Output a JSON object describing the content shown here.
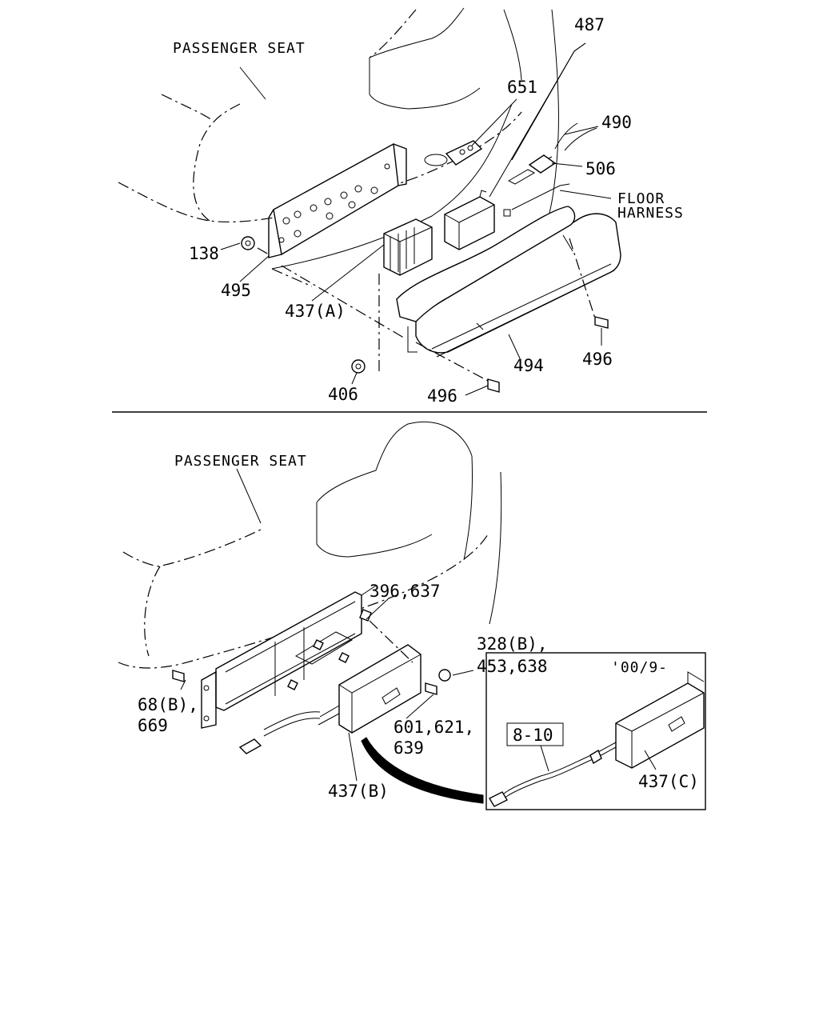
{
  "top": {
    "seat_label": "PASSENGER SEAT",
    "parts": {
      "p487": "487",
      "p651": "651",
      "p490": "490",
      "p506": "506",
      "floor_harness_1": "FLOOR",
      "floor_harness_2": "HARNESS",
      "p138": "138",
      "p495": "495",
      "p437a": "437(A)",
      "p496a": "496",
      "p494": "494",
      "p406": "406",
      "p496b": "496"
    }
  },
  "bottom": {
    "seat_label": "PASSENGER SEAT",
    "parts": {
      "p396": "396,637",
      "p328_1": "328(B),",
      "p328_2": "453,638",
      "p68_1": "68(B),",
      "p68_2": "669",
      "p601_1": "601,621,",
      "p601_2": "639",
      "p437b": "437(B)",
      "p437c": "437(C)",
      "ref": "8-10",
      "date": "'00/9-"
    }
  }
}
